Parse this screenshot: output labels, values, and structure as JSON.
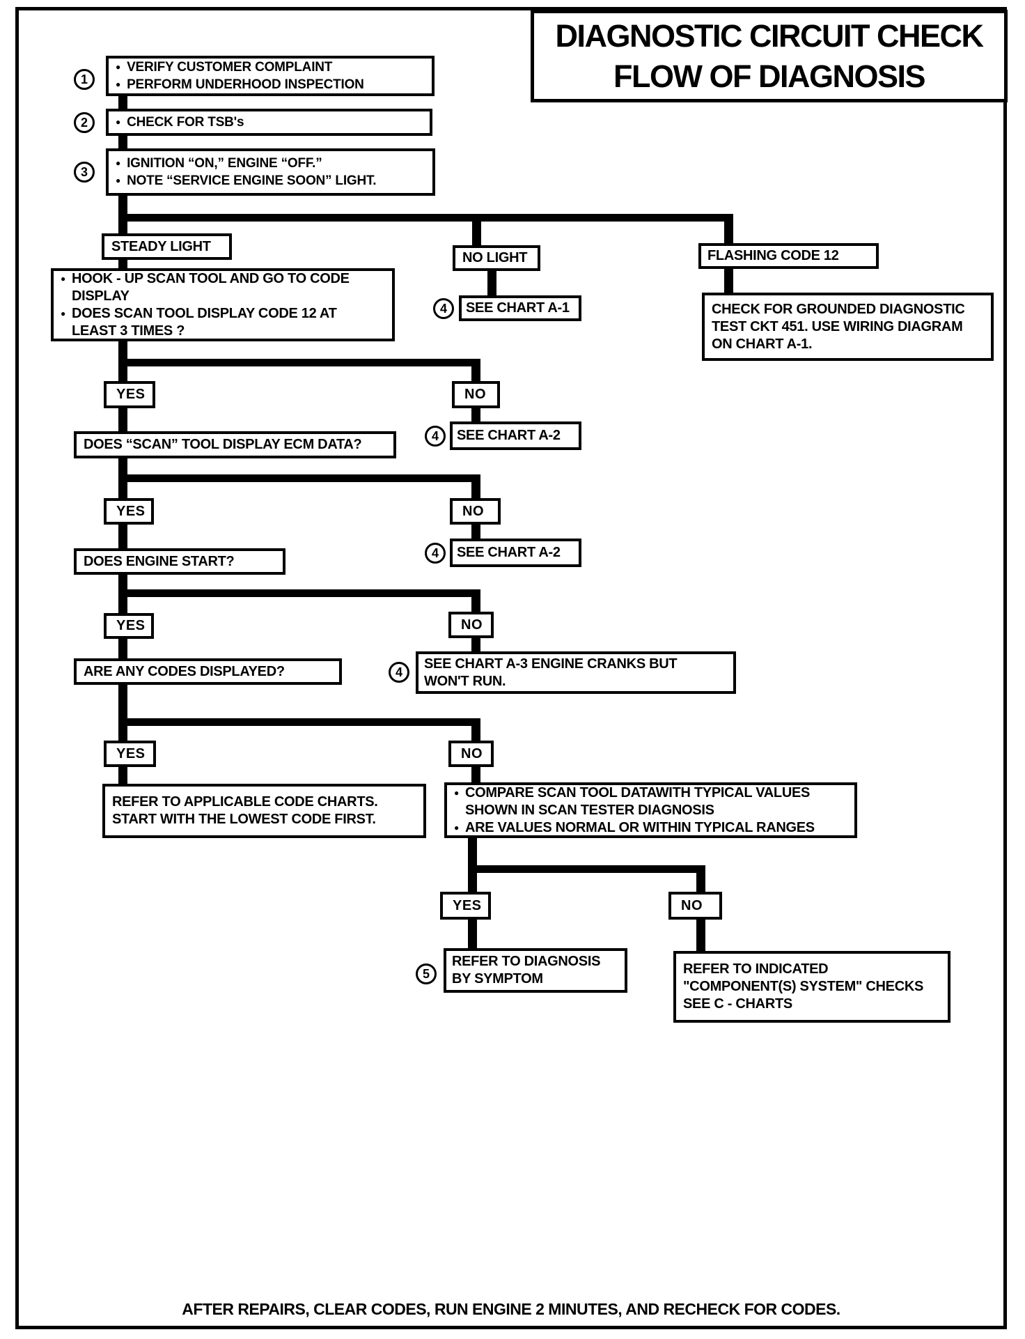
{
  "page": {
    "title_line1": "DIAGNOSTIC CIRCUIT CHECK",
    "title_line2": "FLOW OF DIAGNOSIS",
    "footer": "AFTER REPAIRS, CLEAR CODES, RUN ENGINE 2 MINUTES, AND RECHECK FOR CODES."
  },
  "glyphs": {
    "bullet": "●"
  },
  "labels": {
    "yes": "YES",
    "no": "NO"
  },
  "refs": {
    "four": "4",
    "five": "5"
  },
  "steps": [
    {
      "num": "1",
      "lines": [
        "VERIFY CUSTOMER COMPLAINT",
        "PERFORM UNDERHOOD INSPECTION"
      ]
    },
    {
      "num": "2",
      "lines": [
        "CHECK FOR TSB's"
      ]
    },
    {
      "num": "3",
      "lines": [
        "IGNITION “ON,” ENGINE  “OFF.”",
        "NOTE “SERVICE ENGINE SOON” LIGHT."
      ]
    }
  ],
  "branches": {
    "steady": "STEADY LIGHT",
    "no_light": "NO LIGHT",
    "flashing": "FLASHING CODE 12"
  },
  "nodes": {
    "hookup_b1": [
      "HOOK - UP SCAN TOOL AND GO TO CODE",
      "DISPLAY"
    ],
    "hookup_b2": [
      "DOES SCAN TOOL DISPLAY CODE 12  AT",
      "LEAST 3 TIMES ?"
    ],
    "see_a1": "SEE CHART A-1",
    "grounded": [
      "CHECK FOR GROUNDED DIAGNOSTIC",
      "TEST CKT 451.  USE WIRING DIAGRAM",
      "ON CHART A-1."
    ],
    "ecm_q": "DOES “SCAN” TOOL DISPLAY ECM DATA?",
    "see_a2": "SEE CHART A-2",
    "engine_q": "DOES ENGINE START?",
    "see_a3": [
      "SEE CHART A-3 ENGINE CRANKS BUT",
      "WON'T RUN."
    ],
    "codes_q": "ARE ANY CODES DISPLAYED?",
    "refer_codes": [
      "REFER TO APPLICABLE CODE CHARTS.",
      "START WITH THE LOWEST CODE FIRST."
    ],
    "compare_b1": [
      "COMPARE SCAN TOOL DATAWITH TYPICAL VALUES",
      "SHOWN IN SCAN TESTER DIAGNOSIS"
    ],
    "compare_b2": [
      "ARE VALUES NORMAL OR WITHIN TYPICAL RANGES"
    ],
    "symptom": [
      "REFER TO DIAGNOSIS",
      "BY SYMPTOM"
    ],
    "indicated": [
      "REFER TO INDICATED",
      "\"COMPONENT(S) SYSTEM\" CHECKS",
      "SEE  C - CHARTS"
    ]
  }
}
